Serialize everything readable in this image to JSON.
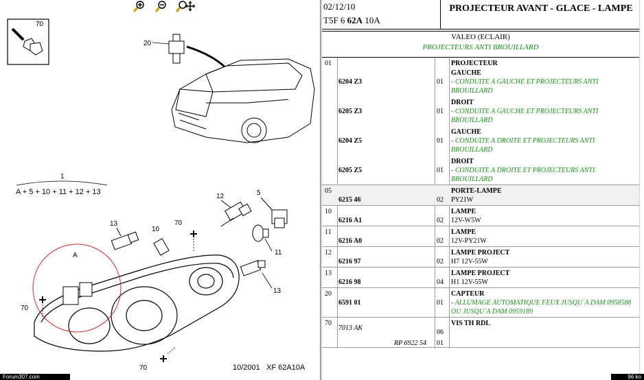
{
  "diagram": {
    "callouts": {
      "c70_top": "70",
      "c20": "20",
      "c1": "1",
      "c12": "12",
      "c5": "5",
      "c13_left": "13",
      "c10": "10",
      "c70_mid": "70",
      "cA": "A",
      "c11": "11",
      "c13_right": "13",
      "c70_left": "70",
      "c70_bottom": "70"
    },
    "formula": "A + 5 + 10 + 11 + 12 + 13",
    "ref_date": "10/2001",
    "ref_code": "XF 62A10A"
  },
  "header": {
    "date": "02/12/10",
    "code_prefix": "T5F 6 ",
    "code_bold": "62A",
    "code_suffix": " 10A",
    "title": "PROJECTEUR AVANT - GLACE - LAMPE"
  },
  "supplier": "VALEO (ECLAIR)",
  "category": "PROJECTEURS ANTI BROUILLARD",
  "rows": [
    {
      "num": "01",
      "ref": "",
      "qty": "",
      "name": "PROJECTEUR",
      "sub": ""
    },
    {
      "num": "",
      "ref": "6204 Z3",
      "qty": "01",
      "name": "GAUCHE",
      "sub": "- CONDUITE A GAUCHE ET PROJECTEURS ANTI BROUILLARD"
    },
    {
      "num": "",
      "ref": "6205 Z3",
      "qty": "01",
      "name": "DROIT",
      "sub": "- CONDUITE A GAUCHE ET PROJECTEURS ANTI BROUILLARD"
    },
    {
      "num": "",
      "ref": "6204 Z5",
      "qty": "01",
      "name": "GAUCHE",
      "sub": "- CONDUITE A DROITE ET PROJECTEURS ANTI BROUILLARD"
    },
    {
      "num": "",
      "ref": "6205 Z5",
      "qty": "01",
      "name": "DROIT",
      "sub": "- CONDUITE A DROITE ET PROJECTEURS ANTI BROUILLARD"
    },
    {
      "num": "05",
      "ref": "6215 46",
      "qty": "02",
      "name": "PORTE-LAMPE",
      "sub": "PY21W"
    },
    {
      "num": "10",
      "ref": "6216 A1",
      "qty": "02",
      "name": "LAMPE",
      "sub": "12V-W5W"
    },
    {
      "num": "11",
      "ref": "6216 A0",
      "qty": "02",
      "name": "LAMPE",
      "sub": "12V-PY21W"
    },
    {
      "num": "12",
      "ref": "6216 97",
      "qty": "02",
      "name": "LAMPE PROJECT",
      "sub": "H7 12V-55W"
    },
    {
      "num": "13",
      "ref": "6216 98",
      "qty": "04",
      "name": "LAMPE PROJECT",
      "sub": "H1 12V-55W"
    },
    {
      "num": "20",
      "ref": "6591 01",
      "qty": "01",
      "name": "CAPTEUR",
      "sub": "- ALLUMAGE AUTOMATIQUE FEUX JUSQU`A DAM 0958588 OU JUSQU`A DAM 0959189"
    },
    {
      "num": "70",
      "ref": "7013 AK",
      "qty": "06",
      "name": "VIS TH RDL",
      "sub": ""
    }
  ],
  "rp_note": "RP 6922 54",
  "rp_qty": "01",
  "status": {
    "left": "Forum307.com",
    "right": "96 ko"
  },
  "icons": [
    "zoom-in-icon",
    "zoom-out-icon",
    "zoom-pan-icon"
  ]
}
